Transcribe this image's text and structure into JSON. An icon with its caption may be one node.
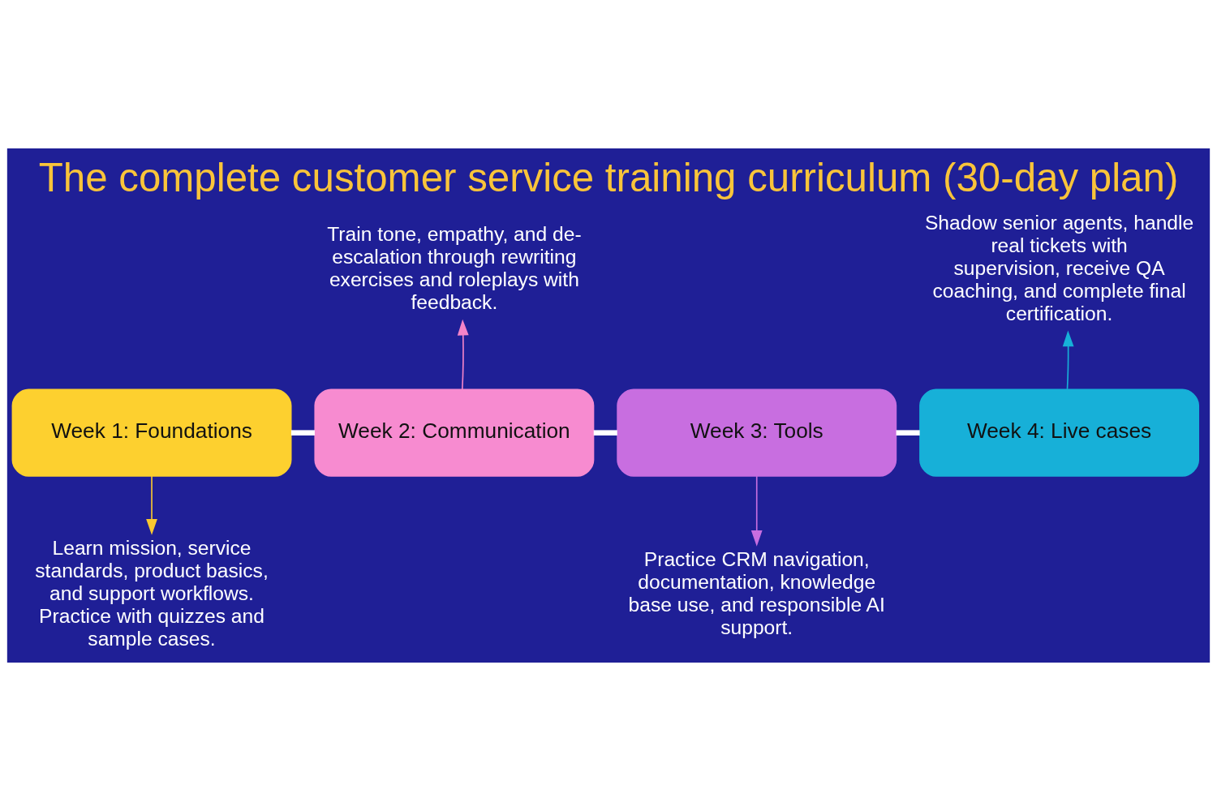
{
  "diagram": {
    "title": "The complete customer service training curriculum (30-day plan)",
    "nodes": [
      {
        "text": [
          "Week 1: Foundations"
        ]
      },
      {
        "text": [
          "Week 2: Communication"
        ]
      },
      {
        "text": [
          "Week 3: Tools"
        ]
      },
      {
        "text": [
          "Week 4: Live cases"
        ]
      },
      {
        "text": [
          "Learn mission, service standards, product basics, and support workflows. Practice with quizzes and sample cases."
        ]
      },
      {
        "text": [
          "Train tone, empathy, and de-escalation through rewriting exercises and roleplays with feedback."
        ]
      },
      {
        "text": [
          "Practice CRM navigation, documentation, knowledge base use, and responsible AI support."
        ]
      },
      {
        "text": [
          "Shadow senior agents, handle real tickets with supervision, receive QA coaching, and complete final certification."
        ]
      }
    ],
    "edges": [
      {
        "from": 0,
        "to": 1,
        "arrow": "none",
        "style": "thick"
      },
      {
        "from": 1,
        "to": 2,
        "arrow": "none",
        "style": "thick"
      },
      {
        "from": 2,
        "to": 3,
        "arrow": "none",
        "style": "thick"
      },
      {
        "from": 0,
        "to": 4,
        "arrow": "to",
        "color": "#f9c830"
      },
      {
        "from": 1,
        "to": 5,
        "arrow": "to",
        "color": "#f484c8"
      },
      {
        "from": 2,
        "to": 6,
        "arrow": "to",
        "color": "#c86ee0"
      },
      {
        "from": 3,
        "to": 7,
        "arrow": "to",
        "color": "#17b0d8"
      }
    ]
  }
}
